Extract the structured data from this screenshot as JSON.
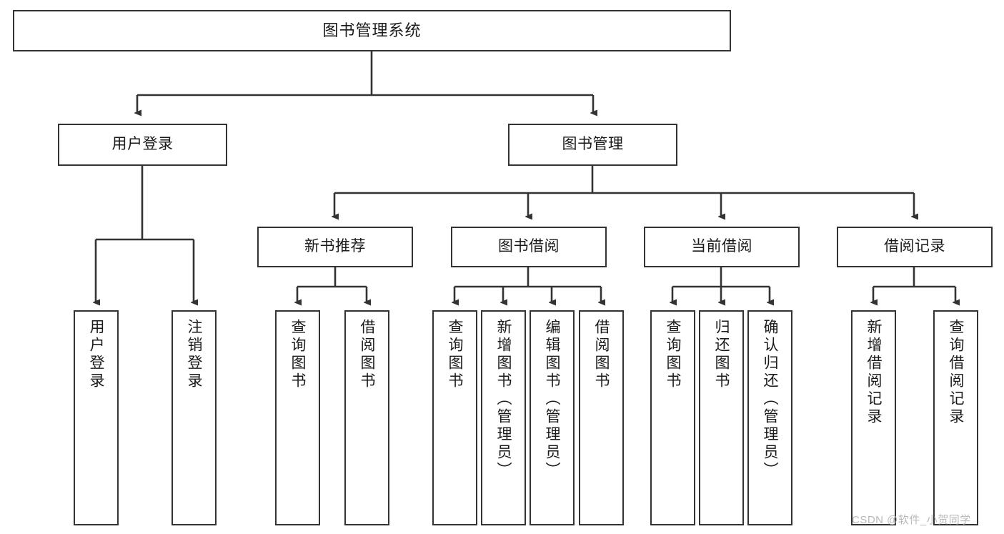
{
  "diagram": {
    "title": "图书管理系统",
    "type": "tree-hierarchy-chart",
    "watermark": "CSDN @软件_小贺同学",
    "colors": {
      "box_border": "#333333",
      "box_fill": "#ffffff",
      "edge": "#333333",
      "text": "#1a1a1a",
      "watermark": "#b9b9b9",
      "background": "#ffffff"
    },
    "levels": {
      "root": {
        "label": "图书管理系统"
      },
      "level2": [
        {
          "label": "用户登录"
        },
        {
          "label": "图书管理"
        }
      ],
      "level3": [
        {
          "label": "新书推荐"
        },
        {
          "label": "图书借阅"
        },
        {
          "label": "当前借阅"
        },
        {
          "label": "借阅记录"
        }
      ],
      "leaves": {
        "user_login": [
          {
            "label": "用户登录"
          },
          {
            "label": "注销登录"
          }
        ],
        "new_book_recommend": [
          {
            "label": "查询图书"
          },
          {
            "label": "借阅图书"
          }
        ],
        "book_borrow": [
          {
            "label": "查询图书"
          },
          {
            "label": "新增图书（管理员）"
          },
          {
            "label": "编辑图书（管理员）"
          },
          {
            "label": "借阅图书"
          }
        ],
        "current_borrow": [
          {
            "label": "查询图书"
          },
          {
            "label": "归还图书"
          },
          {
            "label": "确认归还（管理员）"
          }
        ],
        "borrow_record": [
          {
            "label": "新增借阅记录"
          },
          {
            "label": "查询借阅记录"
          }
        ]
      }
    }
  }
}
